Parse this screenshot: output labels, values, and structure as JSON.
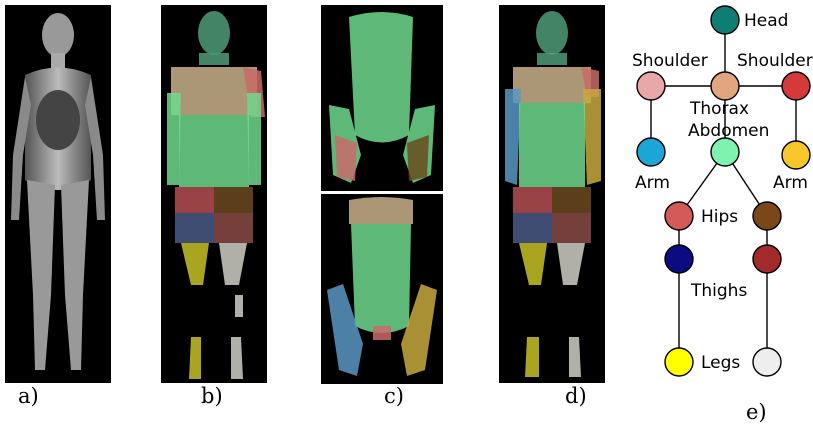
{
  "captions": {
    "a": "a)",
    "b": "b)",
    "c": "c)",
    "d": "d)",
    "e": "e)"
  },
  "tree": {
    "labels": {
      "head": "Head",
      "shoulder_left": "Shoulder",
      "shoulder_right": "Shoulder",
      "thorax": "Thorax",
      "abdomen": "Abdomen",
      "arm_left": "Arm",
      "arm_right": "Arm",
      "hips": "Hips",
      "thighs": "Thighs",
      "legs": "Legs"
    },
    "colors": {
      "head": "#0e7d74",
      "shoulder_left": "#e8a8a8",
      "shoulder_center": "#e1a580",
      "shoulder_right": "#d43a3a",
      "arm_left": "#1ca6d6",
      "abdomen": "#7ff2b0",
      "arm_right": "#f7c62a",
      "hips_left": "#d45a5a",
      "hips_right": "#7a4719",
      "thighs_left": "#0c0c80",
      "thighs_right": "#a22a2a",
      "legs_left": "#ffff00",
      "legs_right": "#eeeeee"
    }
  },
  "segment_colors": {
    "head": "#4f9b78",
    "shoulder": "#c9b189",
    "thorax_abdomen": "#6fd98d",
    "upper_arm_right": "#c96a6a",
    "arm_left_blue": "#5b97c3",
    "arm_right_yellow": "#c7a93d",
    "hips_left": "#b54f52",
    "hips_right": "#6a4a1f",
    "thighs_left": "#4b5a86",
    "thighs_right": "#8a4a47",
    "legs_left": "#c7c226",
    "legs_right": "#cfcfc7"
  }
}
